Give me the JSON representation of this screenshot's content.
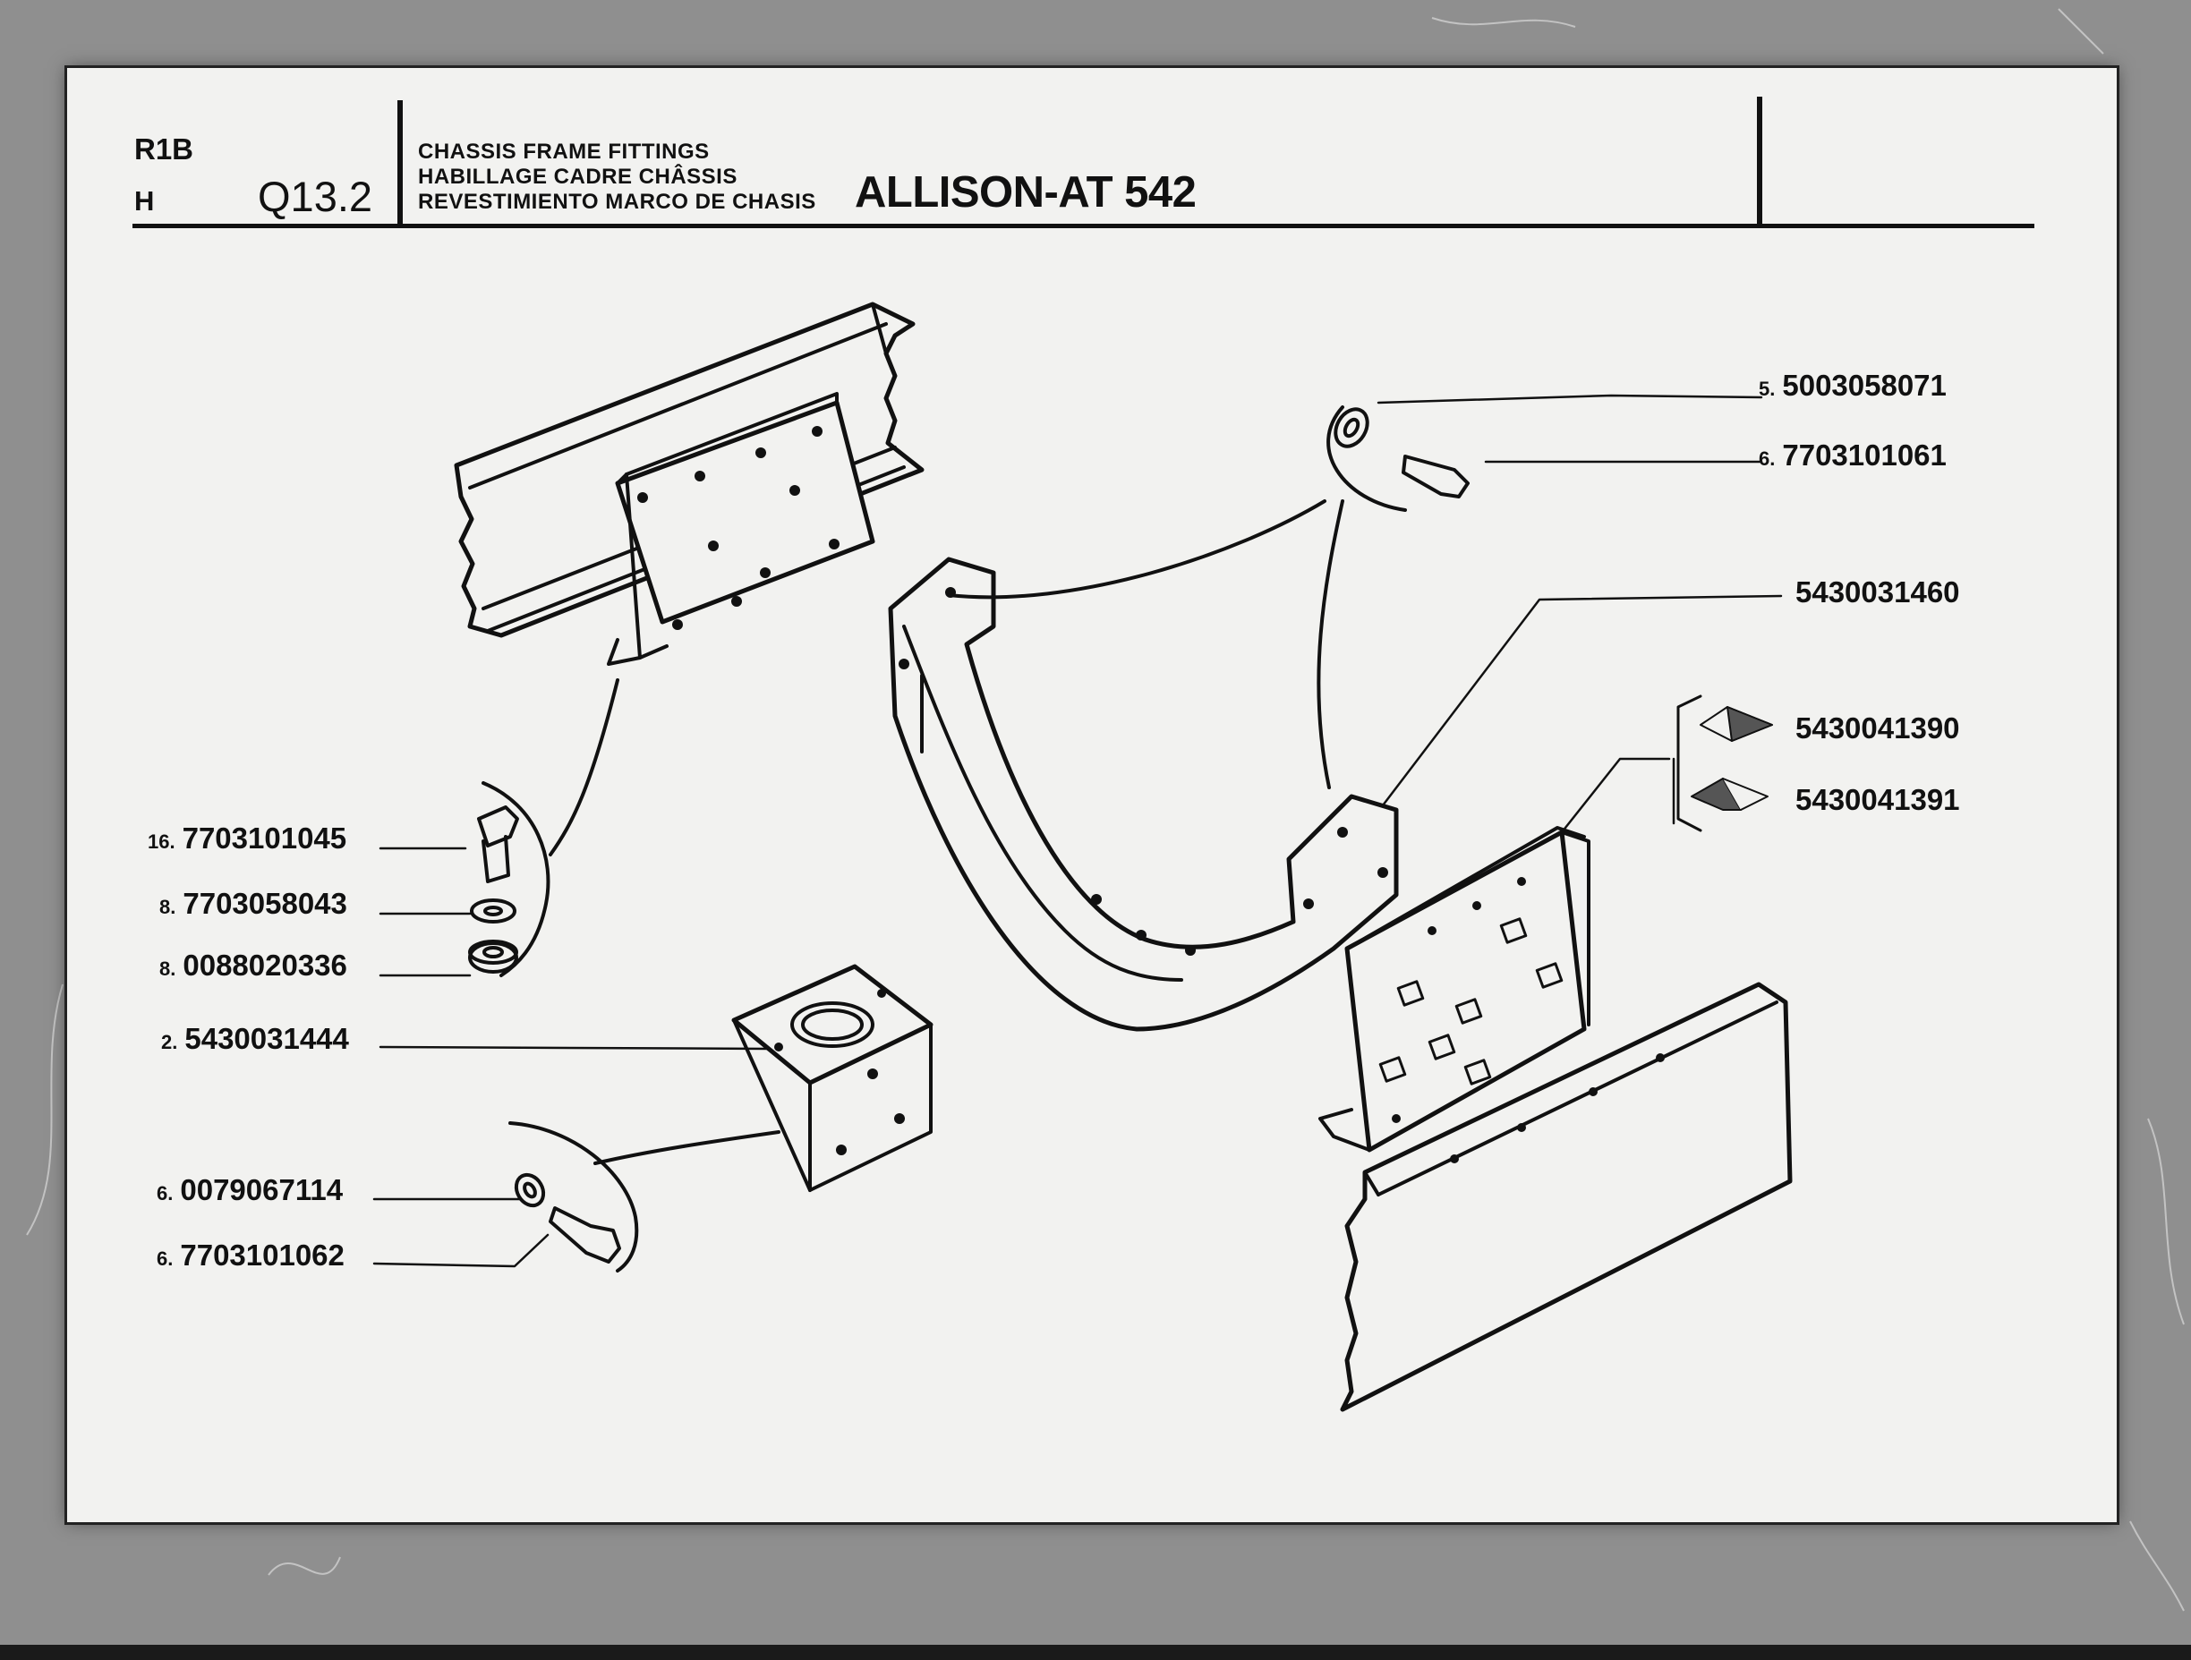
{
  "header": {
    "code_r1b": "R1B",
    "code_h": "H",
    "page_code": "Q13.2",
    "title_en": "CHASSIS FRAME FITTINGS",
    "title_fr": "HABILLAGE CADRE CHÂSSIS",
    "title_es": "REVESTIMIENTO MARCO DE CHASIS",
    "model": "ALLISON-AT 542"
  },
  "parts": [
    {
      "qty": "5.",
      "number": "5003058071"
    },
    {
      "qty": "6.",
      "number": "7703101061"
    },
    {
      "qty": "",
      "number": "5430031460"
    },
    {
      "qty": "",
      "number": "5430041390"
    },
    {
      "qty": "",
      "number": "5430041391"
    },
    {
      "qty": "16.",
      "number": "7703101045"
    },
    {
      "qty": "8.",
      "number": "7703058043"
    },
    {
      "qty": "8.",
      "number": "0088020336"
    },
    {
      "qty": "2.",
      "number": "5430031444"
    },
    {
      "qty": "6.",
      "number": "0079067114"
    },
    {
      "qty": "6.",
      "number": "7703101062"
    }
  ],
  "colors": {
    "paper": "#f2f2f0",
    "ink": "#111111",
    "frame": "#8f8f8f",
    "marker_fill": "#555555"
  },
  "icons": {
    "right_hand_marker": "triangle-right-icon",
    "left_hand_marker": "triangle-left-icon"
  }
}
